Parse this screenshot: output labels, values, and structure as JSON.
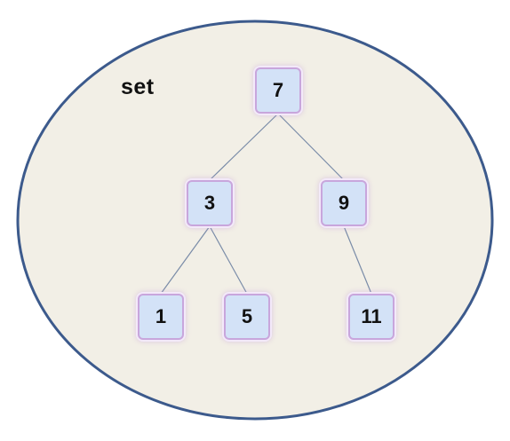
{
  "label": "set",
  "colors": {
    "set_fill": "#f2efe6",
    "set_border": "#3c5a8c",
    "node_fill": "#d3e2f7",
    "node_border": "#c8a6dc",
    "edge": "#7a8ca8"
  },
  "tree": {
    "root": "7",
    "level2": [
      "3",
      "9"
    ],
    "level3": [
      "1",
      "5",
      "11"
    ],
    "edges": [
      [
        "7",
        "3"
      ],
      [
        "7",
        "9"
      ],
      [
        "3",
        "1"
      ],
      [
        "3",
        "5"
      ],
      [
        "9",
        "11"
      ]
    ]
  }
}
